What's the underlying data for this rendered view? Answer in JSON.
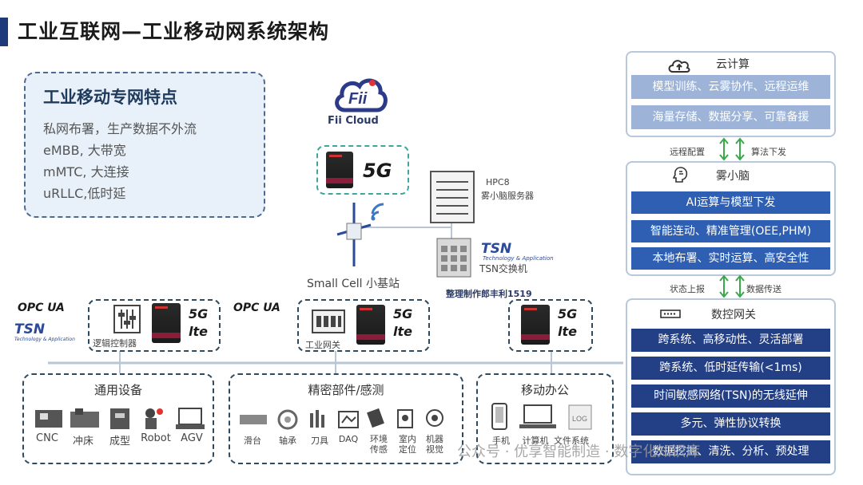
{
  "title": "工业互联网—工业移动网系统架构",
  "features": {
    "heading": "工业移动专网特点",
    "lines": [
      "私网布署，生产数据不外流",
      "eMBB, 大带宽",
      "mMTC, 大连接",
      "uRLLC,低时延"
    ]
  },
  "cloud_logo": "Fii Cloud",
  "hpc": {
    "name": "HPC8",
    "desc": "雾小脑服务器"
  },
  "tsn_switch": "TSN交换机",
  "small_cell": "Small Cell 小基站",
  "credit": "整理制作郎丰利1519",
  "protocols": {
    "opc": "OPC UA",
    "tsn": "TSN",
    "tsn_sub": "Technology & Application"
  },
  "badges": {
    "g5": "5G",
    "lte": "lte"
  },
  "devices": {
    "plc": "逻辑控制器",
    "gateway": "工业网关"
  },
  "categories": [
    {
      "title": "通用设备",
      "items": [
        "CNC",
        "冲床",
        "成型",
        "Robot",
        "AGV"
      ]
    },
    {
      "title": "精密部件/感测",
      "items": [
        "滑台",
        "轴承",
        "刀具",
        "DAQ",
        "环境\n传感",
        "室内\n定位",
        "机器\n视觉"
      ]
    },
    {
      "title": "移动办公",
      "items": [
        "手机",
        "计算机",
        "文件系统"
      ]
    }
  ],
  "right": {
    "cloud": {
      "title": "云计算",
      "bars": [
        "模型训练、云雾协作、远程运维",
        "海量存储、数据分享、可靠备援"
      ]
    },
    "arrow1": {
      "left": "远程配置",
      "right": "算法下发"
    },
    "fog": {
      "title": "雾小脑",
      "bars": [
        "AI运算与模型下发",
        "智能连动、精准管理(OEE,PHM)",
        "本地布署、实时运算、高安全性"
      ]
    },
    "arrow2": {
      "left": "状态上报",
      "right": "数据传送"
    },
    "gateway": {
      "title": "数控网关",
      "bars": [
        "跨系统、高移动性、灵活部署",
        "跨系统、低时延传输(<1ms)",
        "时间敏感网络(TSN)的无线延伸",
        "多元、弹性协议转换",
        "数据挖掘、清洗、分析、预处理"
      ]
    }
  },
  "watermark": "公众号 · 优享智能制造 · 数字化知识库",
  "colors": {
    "dark_bar": "#233f86",
    "mid_bar": "#2f5fb3",
    "light_bar": "#9db4d8",
    "accent_red": "#e23333"
  }
}
